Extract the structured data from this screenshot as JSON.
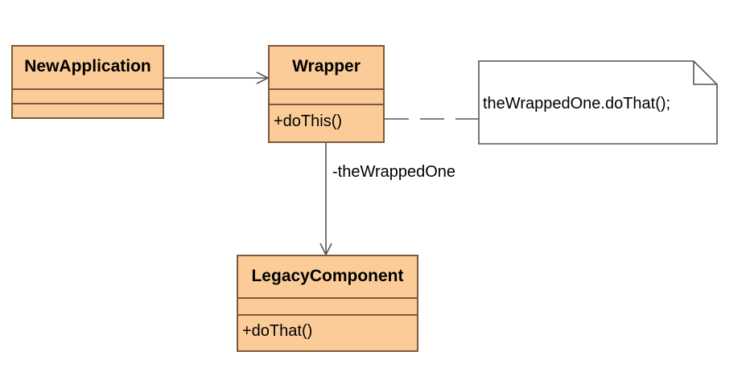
{
  "diagram": {
    "classes": {
      "new_application": {
        "name": "NewApplication",
        "operation": ""
      },
      "wrapper": {
        "name": "Wrapper",
        "operation": "+doThis()"
      },
      "legacy_component": {
        "name": "LegacyComponent",
        "operation": "+doThat()"
      }
    },
    "note": {
      "text": "theWrappedOne.doThat();"
    },
    "association": {
      "role": "-theWrappedOne"
    }
  }
}
